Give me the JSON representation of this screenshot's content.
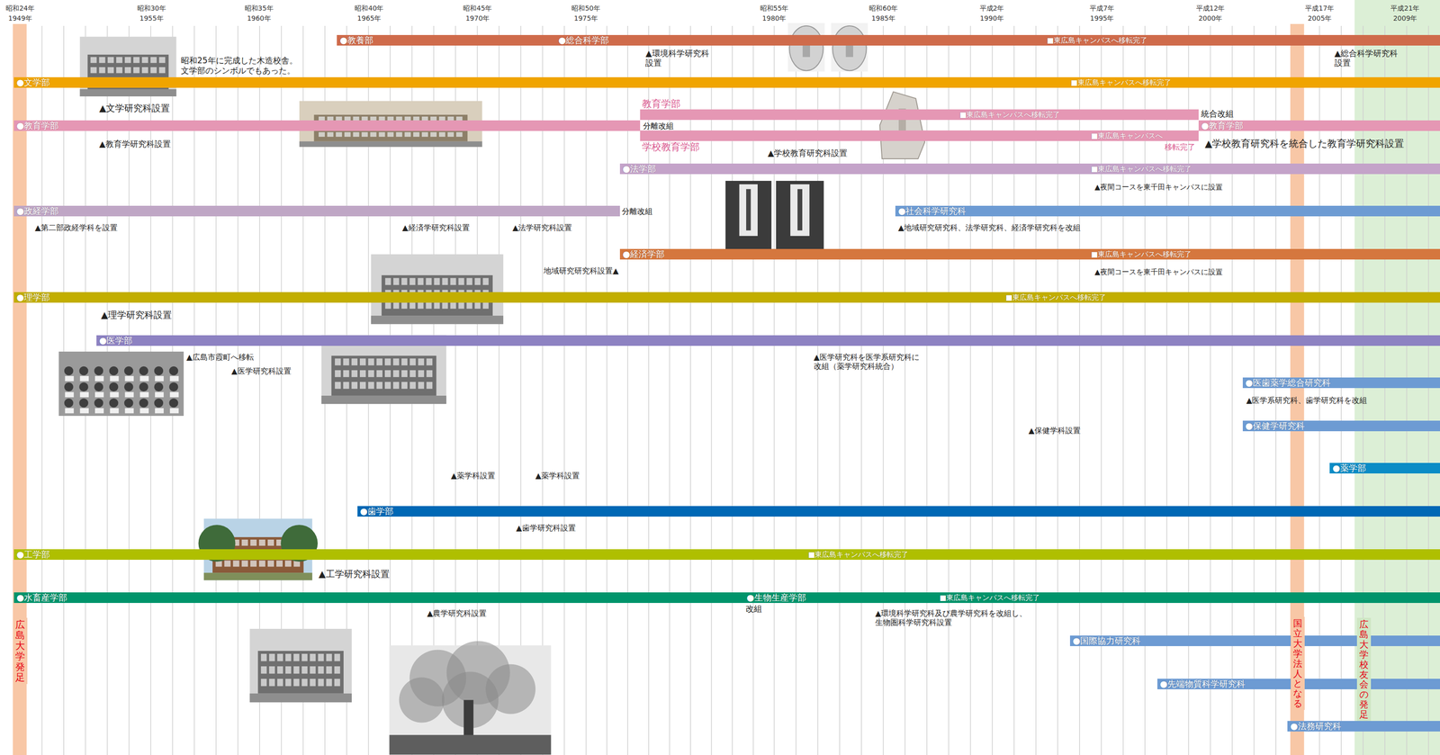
{
  "diagram": {
    "nodes": [
      {
        "text": [
          "●教養部"
        ]
      },
      {
        "text": [
          "●総合科学部",
          "■東広島キャンパスへ移転完了"
        ]
      },
      {
        "text": [
          "●文学部",
          "■東広島キャンパスへ移転完了"
        ]
      },
      {
        "text": [
          "●教育学部"
        ]
      },
      {
        "text": [
          "教育学部",
          "■東広島キャンパスへ移転完了"
        ]
      },
      {
        "text": [
          "学校教育学部",
          "■東広島キャンパスへ"
        ]
      },
      {
        "text": [
          "●教育学部"
        ]
      },
      {
        "text": [
          "●法学部",
          "■東広島キャンパスへ移転完了"
        ]
      },
      {
        "text": [
          "●政経学部"
        ]
      },
      {
        "text": [
          "●社会科学研究科"
        ]
      },
      {
        "text": [
          "●経済学部",
          "■東広島キャンパスへ移転完了"
        ]
      },
      {
        "text": [
          "●理学部",
          "■東広島キャンパスへ移転完了"
        ]
      },
      {
        "text": [
          "●医学部"
        ]
      },
      {
        "text": [
          "●医歯薬学総合研究科"
        ]
      },
      {
        "text": [
          "●保健学研究科"
        ]
      },
      {
        "text": [
          "●薬学部"
        ]
      },
      {
        "text": [
          "●歯学部"
        ]
      },
      {
        "text": [
          "●工学部",
          "■東広島キャンパスへ移転完了"
        ]
      },
      {
        "text": [
          "●水畜産学部"
        ]
      },
      {
        "text": [
          "●生物生産学部",
          "■東広島キャンパスへ移転完了"
        ]
      },
      {
        "text": [
          "●国際協力研究科"
        ]
      },
      {
        "text": [
          "●先端物質科学研究科"
        ]
      },
      {
        "text": [
          "●法務研究科"
        ]
      }
    ],
    "labels": [
      "昭和24年",
      "1949年",
      "昭和30年",
      "1955年",
      "昭和35年",
      "1960年",
      "昭和40年",
      "1965年",
      "昭和45年",
      "1970年",
      "昭和50年",
      "1975年",
      "昭和55年",
      "1980年",
      "昭和60年",
      "1985年",
      "平成2年",
      "1990年",
      "平成7年",
      "1995年",
      "平成12年",
      "2000年",
      "平成17年",
      "2005年",
      "平成21年",
      "2009年",
      "▲環境科学研究科 設置",
      "▲総合科学研究科 設置",
      "昭和25年に完成した木造校舎。 文学部のシンボルでもあった。",
      "▲文学研究科設置",
      "分離改組",
      "統合改組",
      "移転完了",
      "▲学校教育研究科を統合した教育学研究科設置",
      "▲教育学研究科設置",
      "▲学校教育研究科設置",
      "▲夜間コースを東千田キャンパスに設置",
      "分離改組",
      "▲第二部政経学科を設置",
      "▲経済学研究科設置",
      "▲法学研究科設置",
      "▲地域研究研究科、法学研究科、経済学研究科を改組",
      "地域研究研究科設置▲",
      "▲夜間コースを東千田キャンパスに設置",
      "▲理学研究科設置",
      "▲広島市霞町へ移転",
      "▲医学研究科設置",
      "▲医学研究科を医学系研究科に 改組（薬学研究科統合）",
      "▲医学系研究科、歯学研究科を改組",
      "▲保健学科設置",
      "▲薬学科設置",
      "▲薬学科設置",
      "▲歯学研究科設置",
      "▲工学研究科設置",
      "改組",
      "▲農学研究科設置",
      "▲環境科学研究科及び農学研究科を改組し、 生物圏科学研究科設置",
      "広島大学発足",
      "国立大学法人となる",
      "広島大学校友会の発足"
    ]
  }
}
